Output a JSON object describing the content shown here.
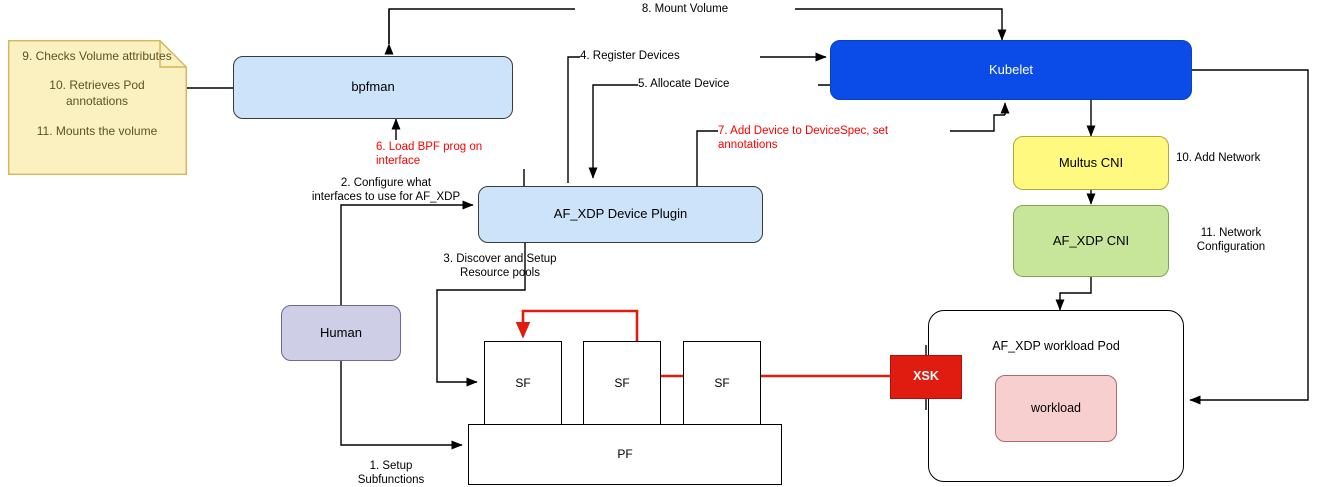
{
  "diagram": {
    "title": "AF_XDP Device Plugin / bpfman Kubernetes flow",
    "colors": {
      "kubelet_blue": "#0b4ce8",
      "light_blue": "#cce3fa",
      "note_yellow": "#fbf0c0",
      "note_border": "#d6b656",
      "note_text": "#5c5320",
      "multus_yellow": "#fff97f",
      "afxdp_green": "#c8e69a",
      "human_lavender": "#cecee6",
      "workload_pink": "#f7cfcf",
      "xsk_red": "#e01b10",
      "red_line": "#e01b10",
      "red_text": "#ff0000",
      "stroke": "#3b3b3b",
      "black": "#000000"
    },
    "note": {
      "lines": [
        "9. Checks Volume attributes",
        "10. Retrieves Pod annotations",
        "11. Mounts the volume"
      ]
    },
    "nodes": {
      "bpfman": "bpfman",
      "kubelet": "Kubelet",
      "device_plugin": "AF_XDP Device Plugin",
      "multus_cni": "Multus CNI",
      "afxdp_cni": "AF_XDP CNI",
      "human": "Human",
      "sf1": "SF",
      "sf2": "SF",
      "sf3": "SF",
      "pf": "PF",
      "xsk": "XSK",
      "pod": "AF_XDP workload Pod",
      "workload": "workload"
    },
    "edge_labels": {
      "mount_volume": "8. Mount Volume",
      "register_devices": "4. Register Devices",
      "allocate_device": "5. Allocate Device",
      "load_bpf": "6. Load BPF prog on interface",
      "add_device": "7. Add Device to DeviceSpec, set annotations",
      "configure_interfaces": "2. Configure what\ninterfaces to use for AF_XDP",
      "discover_pools": "3. Discover and Setup\nResource pools",
      "setup_subfunctions": "1. Setup\nSubfunctions",
      "add_network": "10. Add Network",
      "network_configuration": "11. Network\nConfiguration"
    }
  }
}
